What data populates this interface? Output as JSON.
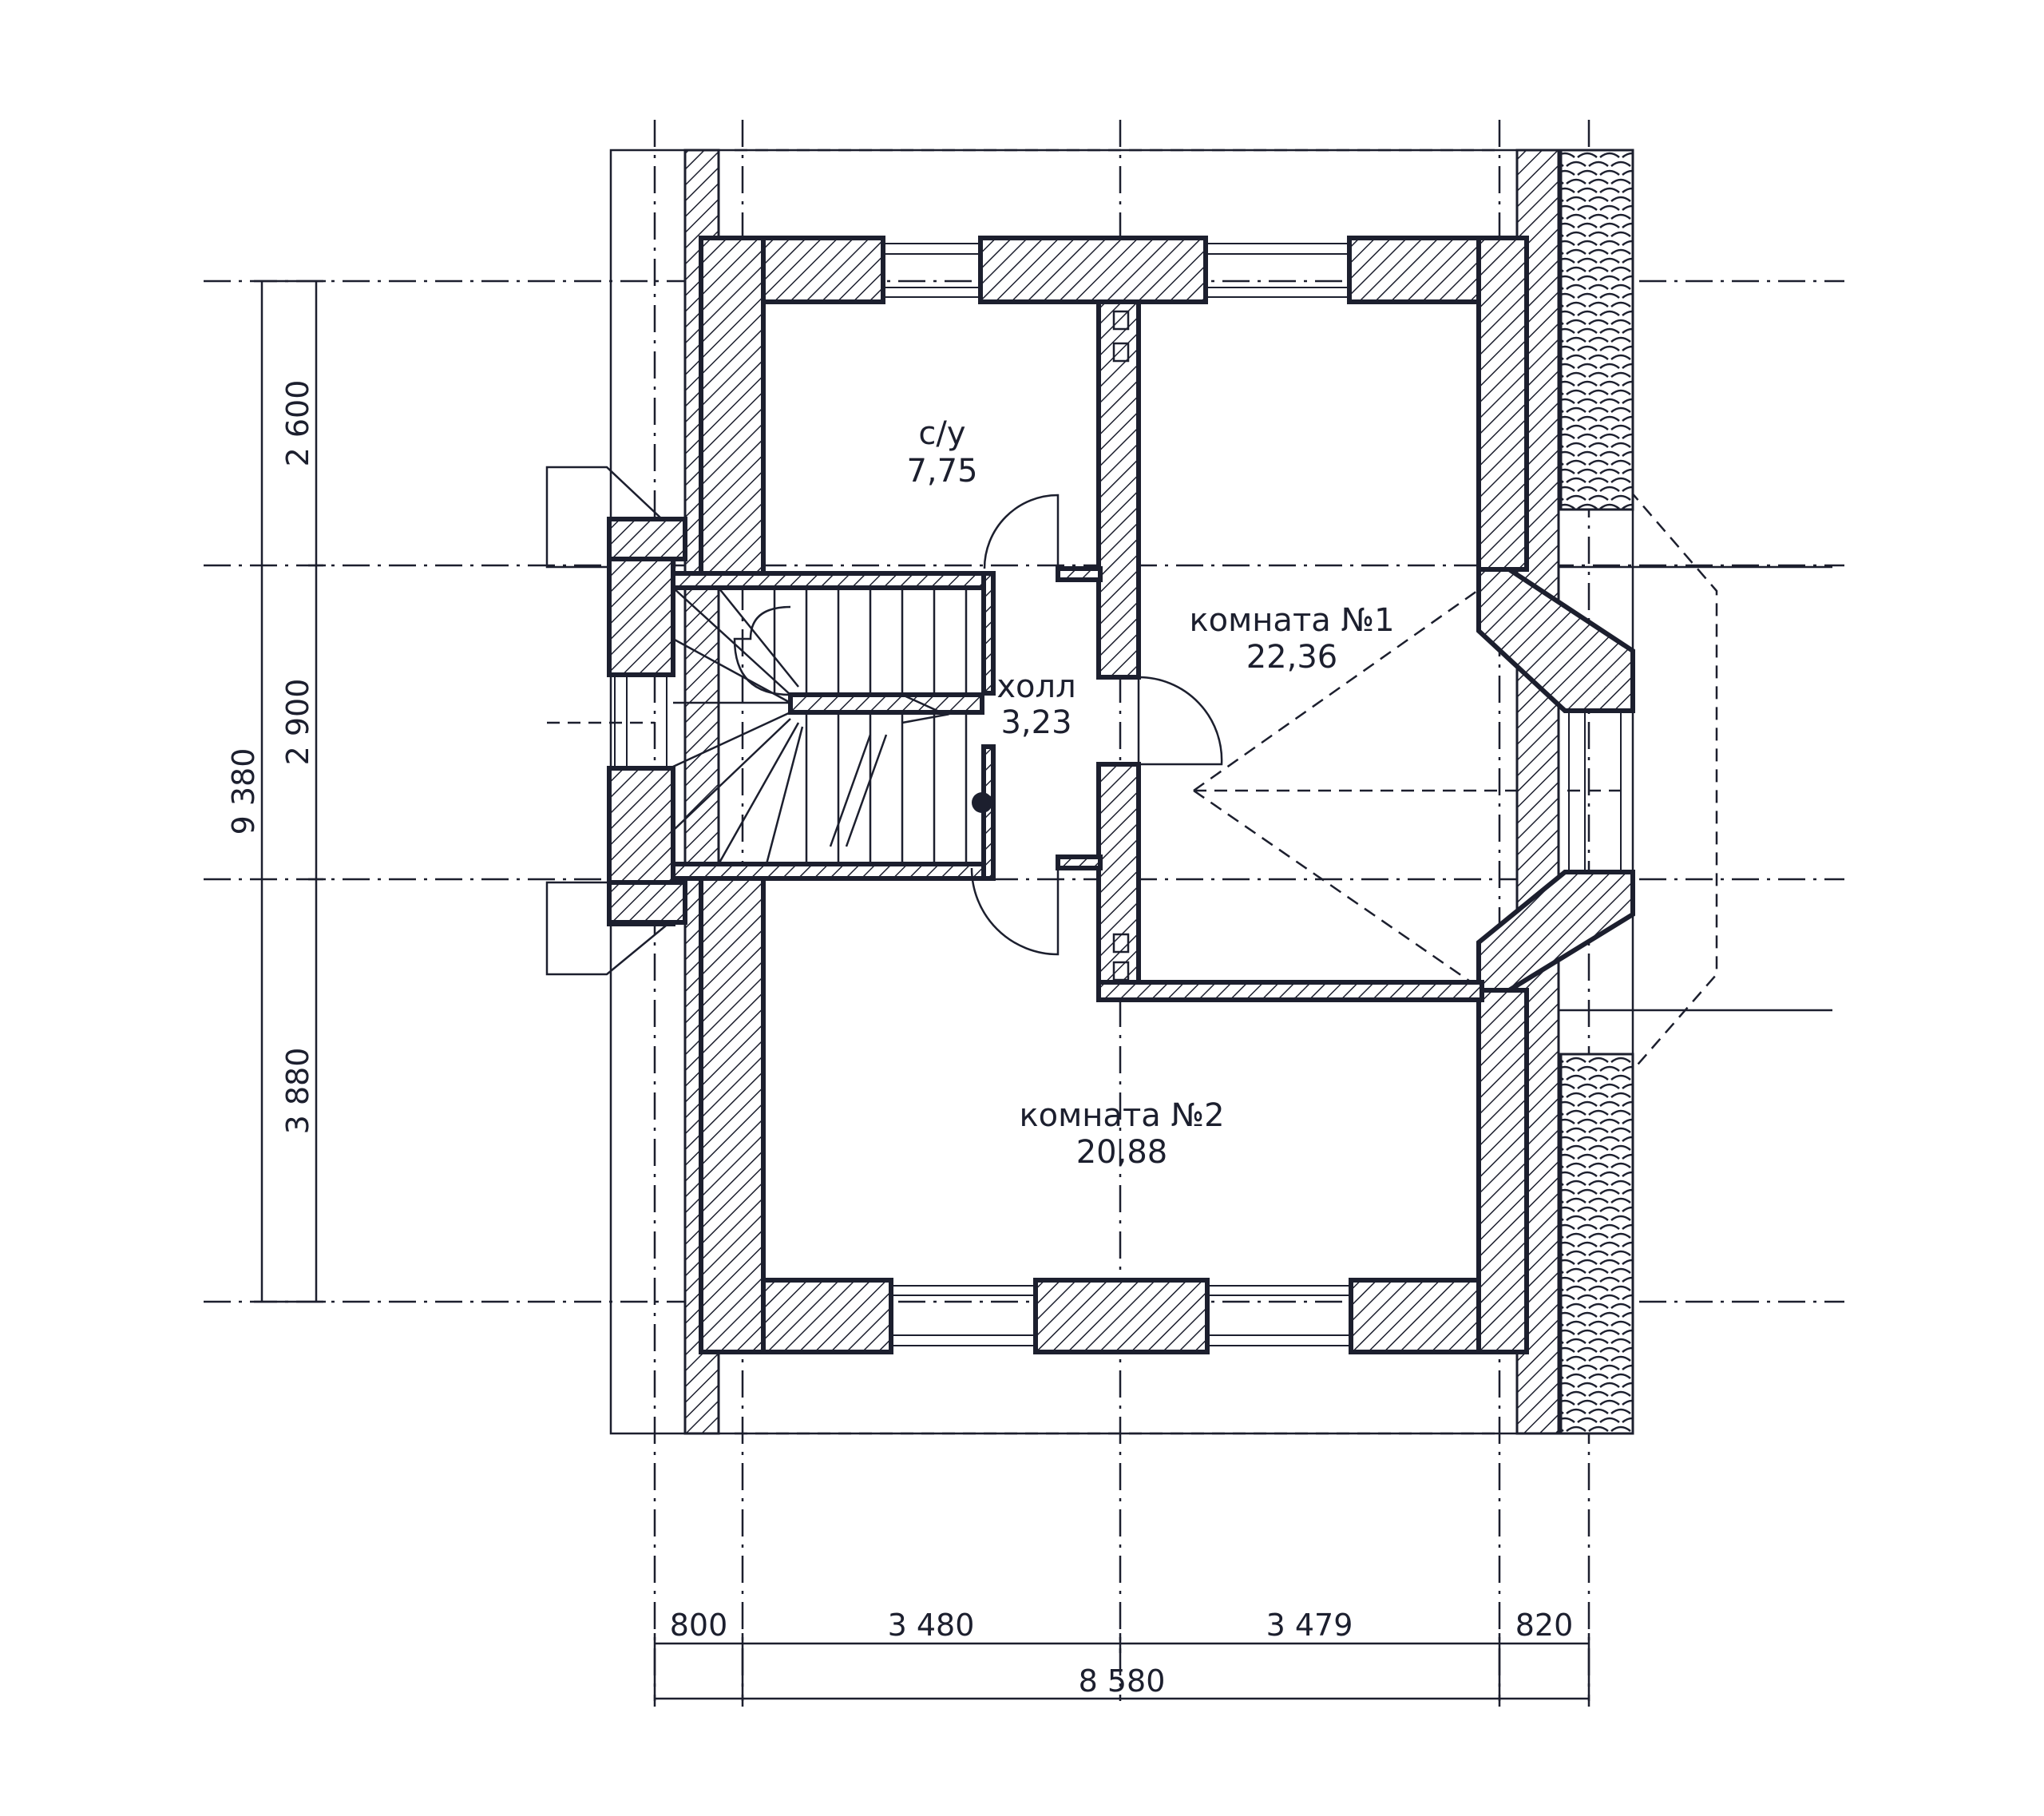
{
  "rooms": [
    {
      "name": "с/у",
      "area": "7,75"
    },
    {
      "name": "холл",
      "area": "3,23"
    },
    {
      "name": "комната №1",
      "area": "22,36"
    },
    {
      "name": "комната №2",
      "area": "20,88"
    }
  ],
  "dimensions": {
    "left_total": "9 380",
    "left_segments": [
      "2 600",
      "2 900",
      "3 880"
    ],
    "bottom_segments": [
      "800",
      "3 480",
      "3 479",
      "820"
    ],
    "bottom_total": "8 580"
  },
  "colors": {
    "ink": "#1c1f2e",
    "paper": "#ffffff"
  }
}
